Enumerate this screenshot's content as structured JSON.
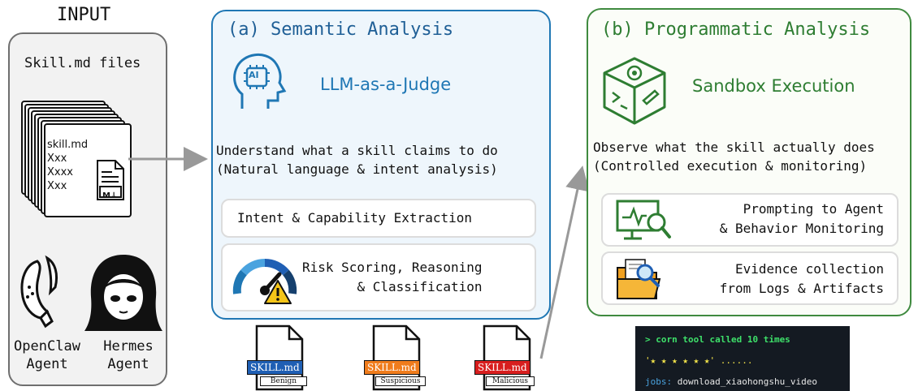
{
  "input": {
    "title": "INPUT",
    "files_label": "Skill.md files",
    "doc_text": "skill.md\nXxx\nXxxx\nXxx",
    "doc_badge": "M↓",
    "agents": [
      {
        "name_line1": "OpenClaw",
        "name_line2": "Agent"
      },
      {
        "name_line1": "Hermes",
        "name_line2": "Agent"
      }
    ]
  },
  "semantic": {
    "title": "(a) Semantic Analysis",
    "method": "LLM-as-a-Judge",
    "chip_label": "AI",
    "desc_line1": "Understand what a skill claims to do",
    "desc_line2": "(Natural language & intent analysis)",
    "step1": "Intent & Capability Extraction",
    "step2_line1": "Risk Scoring, Reasoning",
    "step2_line2": "& Classification",
    "accent": "#1f77b4"
  },
  "programmatic": {
    "title": "(b) Programmatic Analysis",
    "method": "Sandbox Execution",
    "desc_line1": "Observe what the skill actually does",
    "desc_line2": "(Controlled execution & monitoring)",
    "step1_line1": "Prompting to Agent",
    "step1_line2": "& Behavior Monitoring",
    "step2_line1": "Evidence collection",
    "step2_line2": "from Logs & Artifacts",
    "accent": "#3f8a3f"
  },
  "outputs": [
    {
      "tag": "SKILL.md",
      "label": "Benign",
      "color": "#1f5fb4"
    },
    {
      "tag": "SKILL.md",
      "label": "Suspicious",
      "color": "#f07c1c"
    },
    {
      "tag": "SKILL.md",
      "label": "Malicious",
      "color": "#d81e1e"
    }
  ],
  "terminal": {
    "line1": "> corn tool called 10 times",
    "line2": "'★ ★ ★ ★ ★ ★' ......",
    "line3_key": "jobs:",
    "line3_value": "download_xiaohongshu_video"
  }
}
